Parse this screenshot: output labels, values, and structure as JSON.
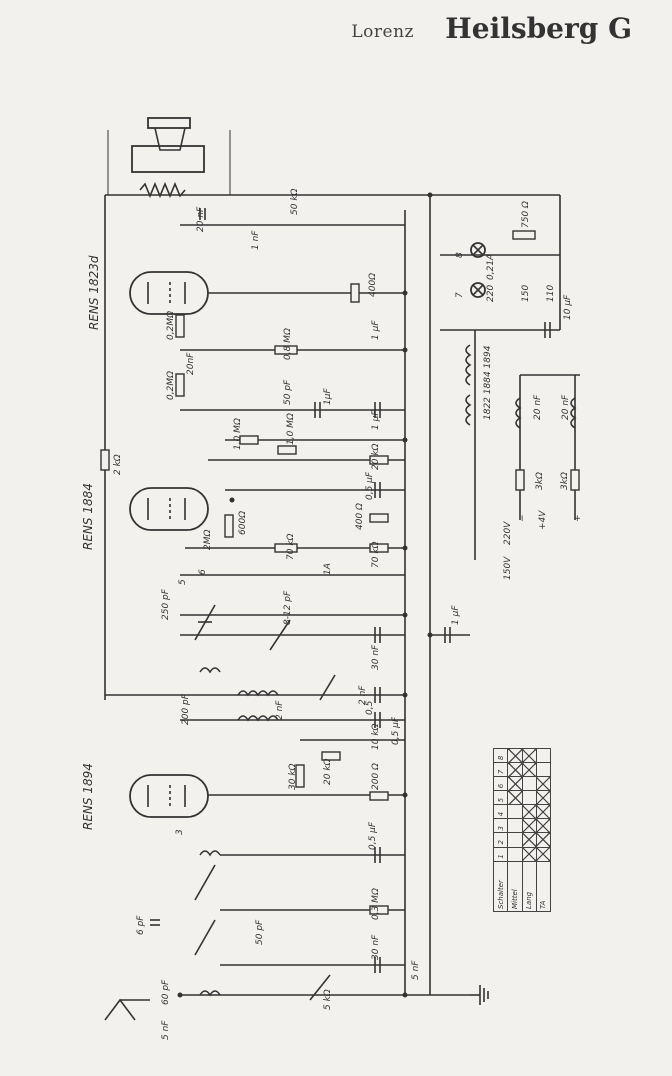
{
  "header": {
    "brand": "Lorenz",
    "model": "Heilsberg G"
  },
  "tubes": {
    "t1": "RENS 1823d",
    "t2": "RENS 1884",
    "t3": "RENS 1894"
  },
  "labels": {
    "c20nf_top": "20 nF",
    "c1nf": "1 nF",
    "r50k": "50 kΩ",
    "r400": "400Ω",
    "c1uf_a": "1 µF",
    "r02m_a": "0,2MΩ",
    "c20nf_b": "20nF",
    "r08m": "0,8 MΩ",
    "r02m_b": "0,2MΩ",
    "c50pf": "50 pF",
    "c1uf_b": "1µF",
    "c1uf_c": "1 µF",
    "r2k": "2 kΩ",
    "r10m_a": "1,0 MΩ",
    "r10m_b": "1,0 MΩ",
    "r20k_a": "20 kΩ",
    "c05uf_a": "0,5 µF",
    "r2m": "2MΩ",
    "r600": "600Ω",
    "r70k_a": "70 kΩ",
    "r400b": "400 Ω",
    "r70k_b": "70 kΩ",
    "c250pf": "250 pF",
    "c812pf": "8-12 pF",
    "c1uf_d": "1 µF",
    "c30nf_a": "30 nF",
    "c2nf_a": "2 nF",
    "c200pf": "200 pF",
    "c2nf_b": "2 nF",
    "c05uf_b": "0,5",
    "r10k": "10 kΩ",
    "c05uf_c": "0,5 µF",
    "r30k": "30 kΩ",
    "r20k_b": "20 kΩ",
    "r200": "200 Ω",
    "c05uf_d": "0,5 µF",
    "c6pf": "6 pF",
    "r03m": "0,3 MΩ",
    "c50pf_b": "50 pF",
    "c30nf_b": "30 nF",
    "c5nf": "5 nF",
    "r5k": "5 kΩ",
    "c5nf_b": "5 nF",
    "c60pf": "60 pF",
    "sw_a": "1A",
    "sw_b": "5",
    "sw_c": "6",
    "sw_d": "3",
    "sw_e": "7",
    "sw_f": "8",
    "r750": "750 Ω",
    "lamp": "0,21A",
    "v220": "220",
    "v150": "150",
    "v110": "110",
    "c10uf": "10 µF",
    "xf1": "1822 1884 1894",
    "c20nf_c": "20 nF",
    "c20nf_d": "20 nF",
    "r3k": "3kΩ",
    "r3k_b": "3kΩ",
    "plus4v": "+4V",
    "v220b": "220V",
    "v150b": "150V",
    "minus": "−",
    "plus": "+"
  },
  "legend": {
    "rows": [
      [
        "Schalter",
        "1",
        "2",
        "3",
        "4",
        "5",
        "6",
        "7",
        "8"
      ],
      [
        "Mittel",
        "",
        "",
        "",
        "",
        "",
        "",
        "",
        ""
      ],
      [
        "Lang",
        "",
        "",
        "",
        "",
        "",
        "",
        "",
        ""
      ],
      [
        "TA",
        "",
        "",
        "",
        "",
        "",
        "",
        "",
        ""
      ]
    ]
  }
}
